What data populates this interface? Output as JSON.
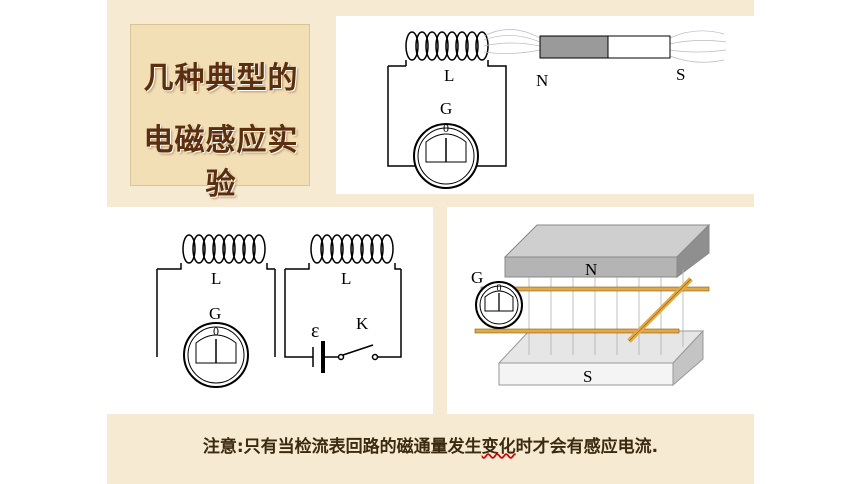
{
  "title": {
    "line1": "几种典型的",
    "line2": "电磁感应实验"
  },
  "experiment1": {
    "coil_label": "L",
    "meter_label": "G",
    "meter_zero": "0",
    "magnet_north": "N",
    "magnet_south": "S"
  },
  "experiment2": {
    "left_coil_label": "L",
    "left_meter_label": "G",
    "left_meter_zero": "0",
    "right_coil_label": "L",
    "emf_label": "ε",
    "switch_label": "K"
  },
  "experiment3": {
    "meter_label": "G",
    "meter_zero": "0",
    "north_label": "N",
    "south_label": "S"
  },
  "note": {
    "prefix": "注意:",
    "text_a": "只有当检流表回路的磁通量发生",
    "text_underlined": "变化",
    "text_b": "时才会有感应电流."
  }
}
